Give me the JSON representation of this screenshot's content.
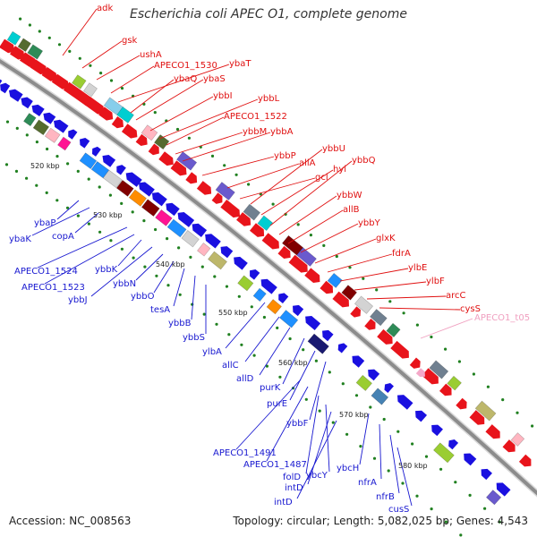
{
  "title": "Escherichia coli APEC O1, complete genome",
  "footer": {
    "accession": "Accession: NC_008563",
    "summary": "Topology: circular; Length: 5,082,025 bp; Genes: 4,543"
  },
  "colors": {
    "backbone": "#8c8c8c",
    "forward_cds": "#e8141b",
    "reverse_cds": "#1a10e0",
    "forward_label": "#e01010",
    "reverse_label": "#1818d0",
    "rna_label": "#f0a0c0",
    "tick": "#208020",
    "cog_palette": [
      "#9acd32",
      "#ff1493",
      "#bdb76b",
      "#00ced1",
      "#87ceeb",
      "#ffb6c1",
      "#1e90ff",
      "#d3d3d3",
      "#4682b4",
      "#191970",
      "#6a5acd",
      "#ff8c00",
      "#2e8b57",
      "#708090",
      "#556b2f",
      "#800000"
    ]
  },
  "kbp_labels": [
    "520 kbp",
    "530 kbp",
    "540 kbp",
    "550 kbp",
    "560 kbp",
    "570 kbp",
    "580 kbp"
  ],
  "forward_genes": [
    "adk",
    "gsk",
    "ushA",
    "APECO1_1530",
    "ybaT",
    "ybaQ",
    "ybaS",
    "ybbI",
    "ybbL",
    "APECO1_1522",
    "ybbM",
    "ybbA",
    "ybbP",
    "allA",
    "gcl",
    "ybbU",
    "hyi",
    "ybbQ",
    "ybbW",
    "allB",
    "ybbY",
    "glxK",
    "fdrA",
    "ylbE",
    "ylbF",
    "arcC",
    "cysS"
  ],
  "rna_genes": [
    "APECO1_t05"
  ],
  "reverse_genes": [
    "ybaP",
    "ybaK",
    "copA",
    "APECO1_1524",
    "APECO1_1523",
    "ybbK",
    "ybbJ",
    "ybbN",
    "ybbO",
    "tesA",
    "ybbB",
    "ybbS",
    "ylbA",
    "allC",
    "allD",
    "purK",
    "purE",
    "ybbF",
    "APECO1_1491",
    "APECO1_1487",
    "folD",
    "ybcY",
    "intD",
    "intD",
    "ybcH",
    "nfrA",
    "nfrB",
    "cusS"
  ]
}
